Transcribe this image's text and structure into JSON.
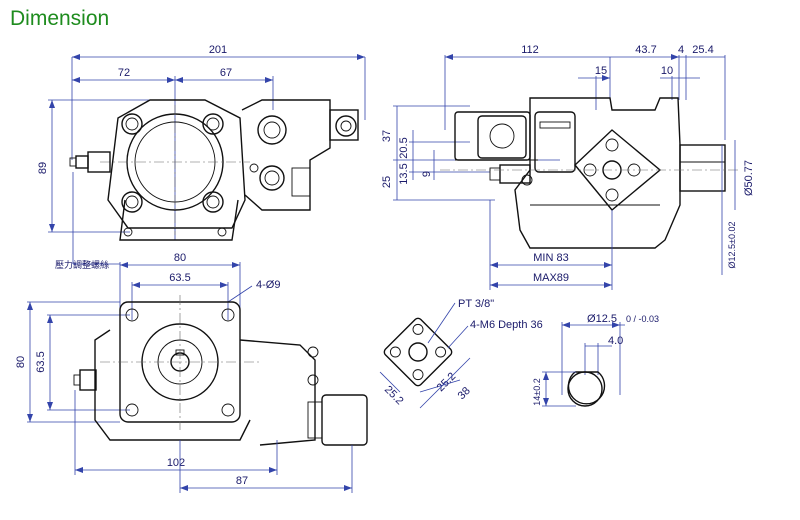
{
  "title": "Dimension",
  "dims": {
    "d201": "201",
    "d72": "72",
    "d67": "67",
    "d89": "89",
    "d112": "112",
    "d43_7": "43.7",
    "d4": "4",
    "d25_4": "25.4",
    "d15": "15",
    "d10": "10",
    "d37": "37",
    "d20_5": "20.5",
    "d13_5": "13.5",
    "d9": "9",
    "d25": "25",
    "dia50_77": "Ø50.77",
    "dia12_5": "Ø12.5±0.02",
    "min83": "MIN 83",
    "max89": "MAX89",
    "d80top": "80",
    "d63_5top": "63.5",
    "holes": "4-Ø9",
    "d80left": "80",
    "d63_5left": "63.5",
    "d102": "102",
    "d87": "87",
    "pt": "PT 3/8\"",
    "m6": "4-M6 Depth 36",
    "d25_2a": "25.2",
    "d25_2b": "25.2",
    "d38": "38",
    "shaft_dia": "Ø12.5",
    "shaft_tol": "0 / -0.03",
    "d4_0": "4.0",
    "d14": "14±0.2",
    "pressure_label": "壓力調整螺絲"
  }
}
